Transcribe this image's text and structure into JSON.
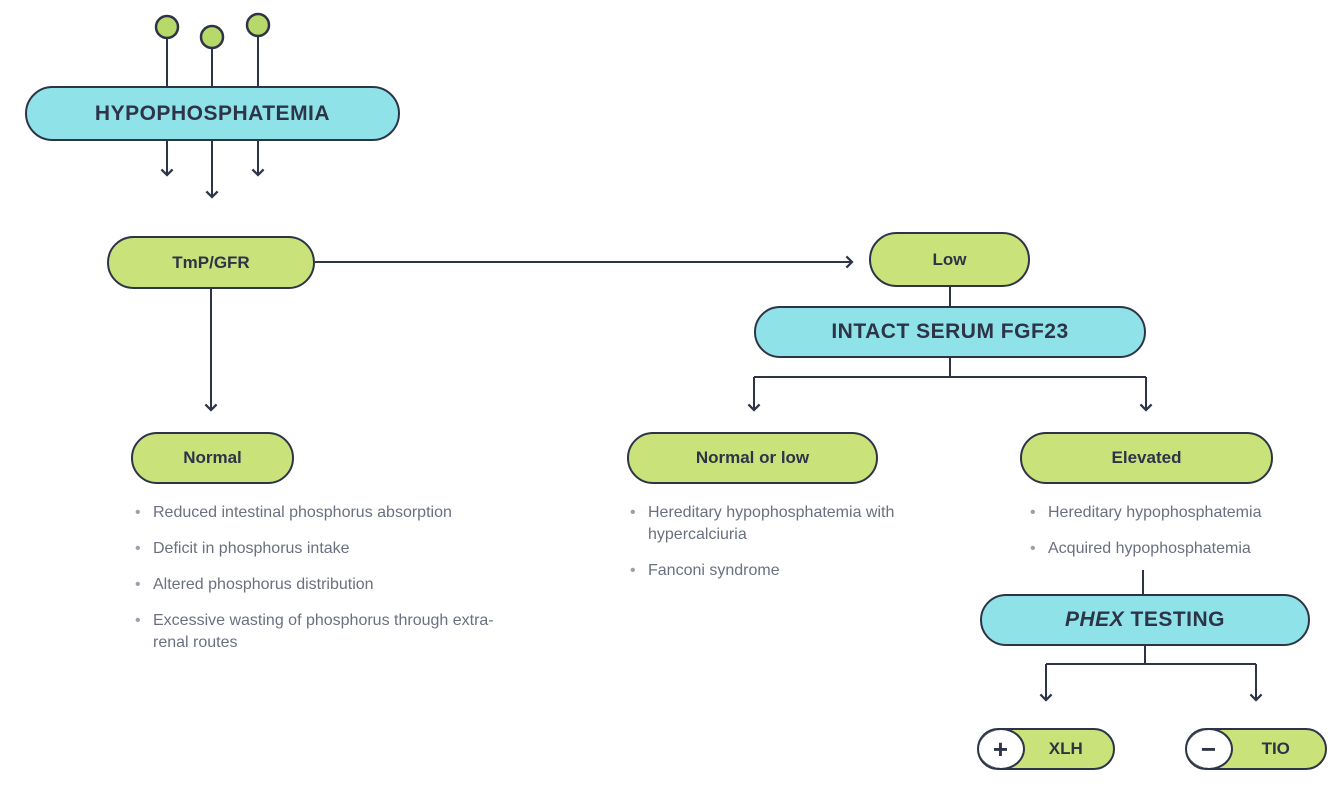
{
  "nodes": {
    "hypophosphatemia": "HYPOPHOSPHATEMIA",
    "tmp_gfr": "TmP/GFR",
    "low": "Low",
    "intact_fgf23": "INTACT SERUM FGF23",
    "normal": "Normal",
    "normal_or_low": "Normal or low",
    "elevated": "Elevated",
    "phex_italic": "PHEX",
    "phex_rest": " TESTING",
    "xlh": "XLH",
    "tio": "TIO",
    "plus": "+",
    "minus": "−"
  },
  "lists": {
    "normal_causes": [
      "Reduced intestinal phosphorus absorption",
      "Deficit in phosphorus intake",
      "Altered phosphorus distribution",
      "Excessive wasting of phosphorus through extra-renal routes"
    ],
    "normal_or_low_causes": [
      "Hereditary hypophosphatemia with hypercalciuria",
      "Fanconi syndrome"
    ],
    "elevated_causes": [
      "Hereditary hypophosphatemia",
      "Acquired hypophosphatemia"
    ]
  },
  "colors": {
    "cyan": "#8fe3e8",
    "green": "#c9e27a",
    "outline": "#2e3447",
    "text_gray": "#6b7080"
  }
}
